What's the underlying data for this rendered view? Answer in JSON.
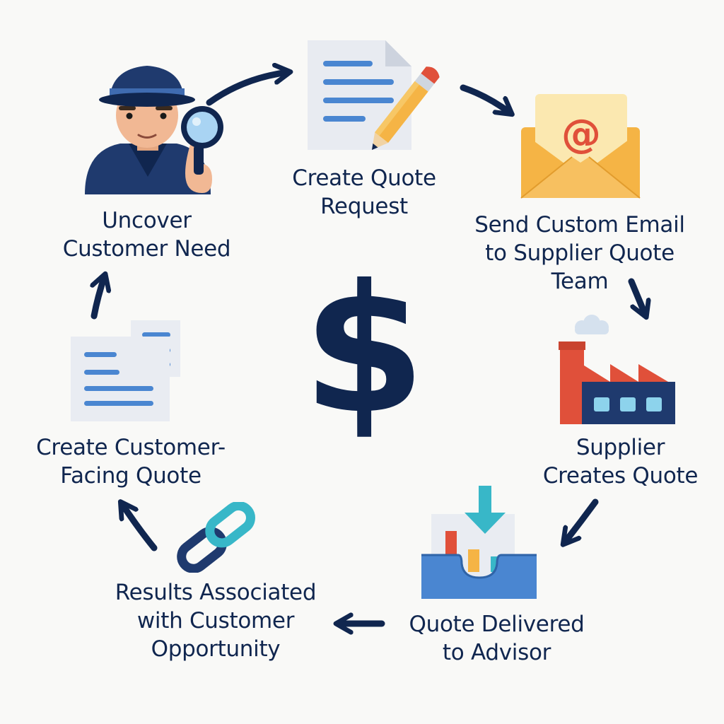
{
  "colors": {
    "navy": "#10264f",
    "blue": "#4a86d1",
    "orange": "#f5b445",
    "red": "#e0503a",
    "teal": "#38b7c8",
    "paper": "#e9ecf2"
  },
  "center": {
    "symbol": "$",
    "icon": "dollar-icon"
  },
  "steps": [
    {
      "id": "uncover",
      "icon": "detective-icon",
      "lines": [
        "Uncover",
        "Customer Need"
      ]
    },
    {
      "id": "request",
      "icon": "document-pencil-icon",
      "lines": [
        "Create Quote",
        "Request"
      ]
    },
    {
      "id": "email",
      "icon": "envelope-icon",
      "lines": [
        "Send Custom Email",
        "to Supplier Quote",
        "Team"
      ]
    },
    {
      "id": "supplier",
      "icon": "factory-icon",
      "lines": [
        "Supplier",
        "Creates Quote"
      ]
    },
    {
      "id": "delivered",
      "icon": "inbox-chart-icon",
      "lines": [
        "Quote Delivered",
        "to Advisor"
      ]
    },
    {
      "id": "associated",
      "icon": "link-icon",
      "lines": [
        "Results Associated",
        "with Customer",
        "Opportunity"
      ]
    },
    {
      "id": "customer-quote",
      "icon": "documents-icon",
      "lines": [
        "Create Customer-",
        "Facing Quote"
      ]
    }
  ],
  "email_symbol": "@"
}
